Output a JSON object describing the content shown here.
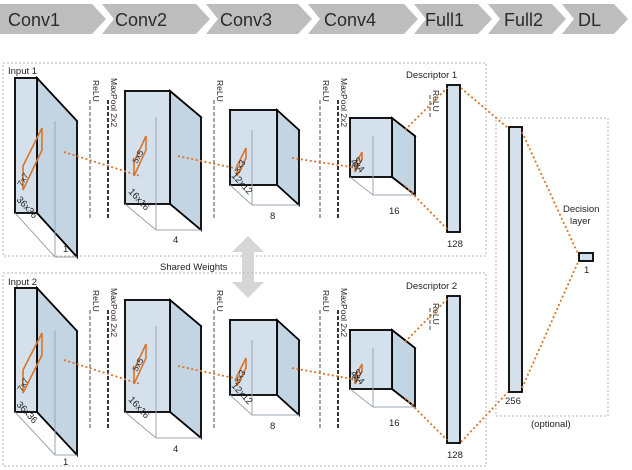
{
  "stages": [
    "Conv1",
    "Conv2",
    "Conv3",
    "Conv4",
    "Full1",
    "Full2",
    "DL"
  ],
  "branches": [
    {
      "input_label": "Input 1",
      "descriptor_label": "Descriptor 1",
      "input_size": "36x36",
      "input_depth": "1",
      "kernels": [
        "7x7",
        "5x5",
        "3x3",
        "2x2"
      ],
      "map_sizes": [
        "16x16",
        "12x12",
        "4x4"
      ],
      "map_depths": [
        "4",
        "8",
        "16"
      ],
      "descriptor_dim": "128"
    },
    {
      "input_label": "Input 2",
      "descriptor_label": "Descriptor 2",
      "input_size": "36x36",
      "input_depth": "1",
      "kernels": [
        "7x7",
        "5x5",
        "3x3",
        "2x2"
      ],
      "map_sizes": [
        "16x16",
        "12x12",
        "4x4"
      ],
      "map_depths": [
        "4",
        "8",
        "16"
      ],
      "descriptor_dim": "128"
    }
  ],
  "layer_labels": {
    "relu": "ReLU",
    "maxpool": "MaxPool 2x2"
  },
  "shared_weights": "Shared Weights",
  "decision": {
    "hidden_dim": "256",
    "label": "Decision layer",
    "output_dim": "1",
    "optional_note": "(optional)"
  }
}
